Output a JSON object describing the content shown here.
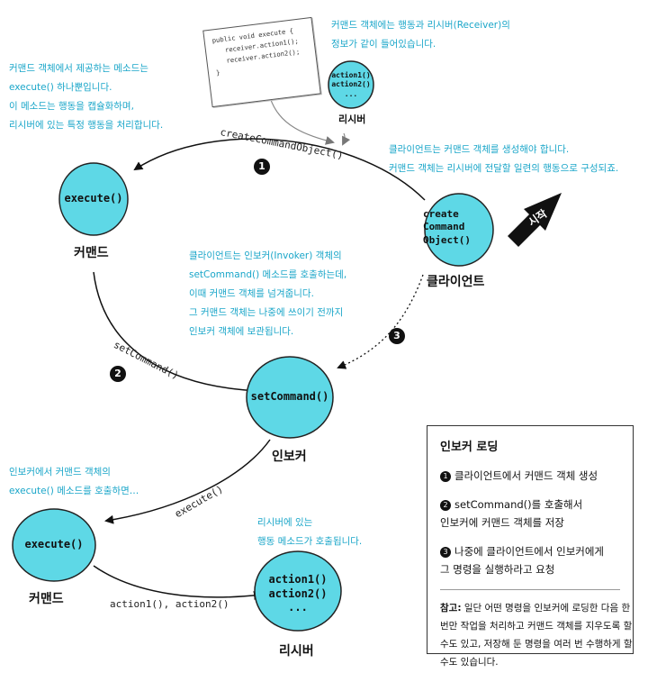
{
  "notes": {
    "top_right": "커맨드 객체에는 행동과 리시버(Receiver)의\n정보가 같이 들어있습니다.",
    "top_left": "커맨드 객체에서 제공하는 메소드는\nexecute() 하나뿐입니다.\n이 메소드는 행동을 캡슐화하며,\n리시버에 있는 특정 행동을 처리합니다.",
    "client_note": "클라이언트는 커맨드 객체를 생성해야 합니다.\n커맨드 객체는 리시버에 전달할 일련의 행동으로 구성되죠.",
    "middle": "클라이언트는 인보커(Invoker) 객체의\nsetCommand() 메소드를 호출하는데,\n이때 커맨드 객체를 넘겨줍니다.\n그 커맨드 객체는 나중에 쓰이기 전까지\n인보커 객체에 보관됩니다.",
    "lower_left": "인보커에서 커맨드 객체의\nexecute() 메소드를 호출하면…",
    "lower_mid": "리시버에 있는\n행동 메소드가 호출됩니다."
  },
  "code_card": {
    "code": "public void execute {\n   receiver.action1();\n   receiver.action2();\n}"
  },
  "nodes": {
    "receiver_small": {
      "text": "action1()\naction2()\n...",
      "label": "리시버"
    },
    "command_top": {
      "text": "execute()",
      "label": "커맨드"
    },
    "client": {
      "text": "create\nCommand\nObject()",
      "label": "클라이언트"
    },
    "invoker": {
      "text": "setCommand()",
      "label": "인보커"
    },
    "command_bottom": {
      "text": "execute()",
      "label": "커맨드"
    },
    "receiver_bottom": {
      "text": "action1()\naction2()\n...",
      "label": "리시버"
    }
  },
  "edges": {
    "create_command": "createCommandObject()",
    "set_command": "setCommand()",
    "execute": "execute()",
    "actions": "action1(), action2()"
  },
  "badges": {
    "one": "1",
    "two": "2",
    "three": "3"
  },
  "start_label": "시작",
  "legend": {
    "title": "인보커 로딩",
    "items": [
      {
        "num": "1",
        "text": "클라이언트에서 커맨드 객체 생성"
      },
      {
        "num": "2",
        "text": "setCommand()를 호출해서\n인보커에 커맨드 객체를 저장"
      },
      {
        "num": "3",
        "text": "나중에 클라이언트에서 인보커에게\n그 명령을 실행하라고 요청"
      }
    ],
    "note_label": "참고:",
    "note": " 일단 어떤 명령을 인보커에 로딩한 다음 한\n번만 작업을 처리하고 커맨드 객체를 지우도록 할\n수도 있고, 저장해 둔 명령을 여러 번 수행하게 할\n수도 있습니다."
  },
  "colors": {
    "node_fill": "#5ed8e6",
    "note_text": "#1aa6c9",
    "arrow": "#111111"
  }
}
